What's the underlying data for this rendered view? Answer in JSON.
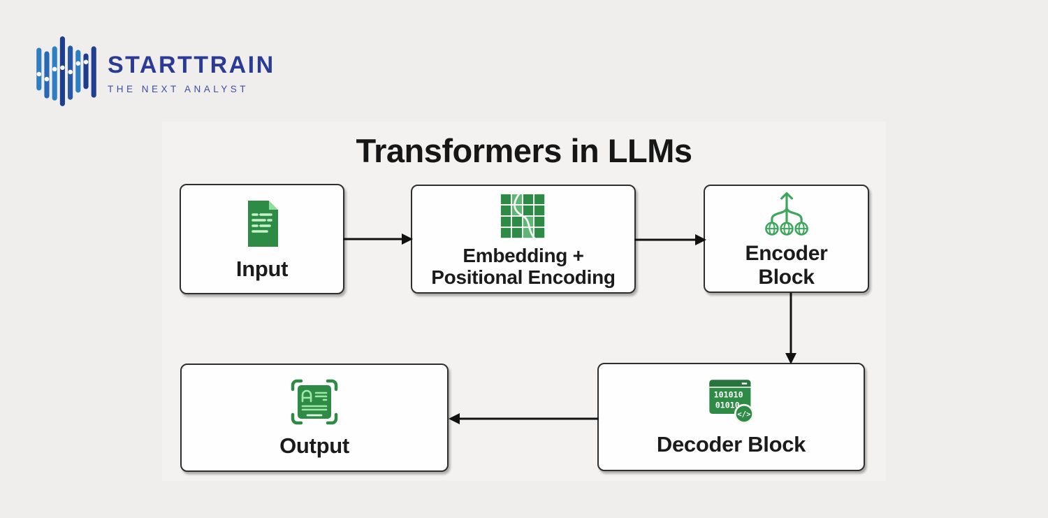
{
  "logo": {
    "brand": "STARTTRAIN",
    "tagline": "THE NEXT ANALYST",
    "brand_color": "#2b3a94",
    "icon": "equalizer-bars-logo-icon"
  },
  "diagram": {
    "title": "Transformers in LLMs",
    "accent_green": "#2e8b46",
    "nodes": [
      {
        "id": "input",
        "label": "Input",
        "icon": "document-icon"
      },
      {
        "id": "embedding",
        "label": "Embedding + Positional Encoding",
        "icon": "embedding-matrix-icon"
      },
      {
        "id": "encoder",
        "label": "Encoder Block",
        "icon": "encoder-attention-icon"
      },
      {
        "id": "decoder",
        "label": "Decoder Block",
        "icon": "decoder-binary-code-icon"
      },
      {
        "id": "output",
        "label": "Output",
        "icon": "output-scan-icon"
      }
    ],
    "edges": [
      {
        "from": "input",
        "to": "embedding",
        "direction": "right"
      },
      {
        "from": "embedding",
        "to": "encoder",
        "direction": "right"
      },
      {
        "from": "encoder",
        "to": "decoder",
        "direction": "down"
      },
      {
        "from": "decoder",
        "to": "output",
        "direction": "left"
      }
    ],
    "decoder_icon_text": {
      "binary_rows": [
        "101010",
        "01010"
      ],
      "code_glyph": "</>"
    }
  }
}
